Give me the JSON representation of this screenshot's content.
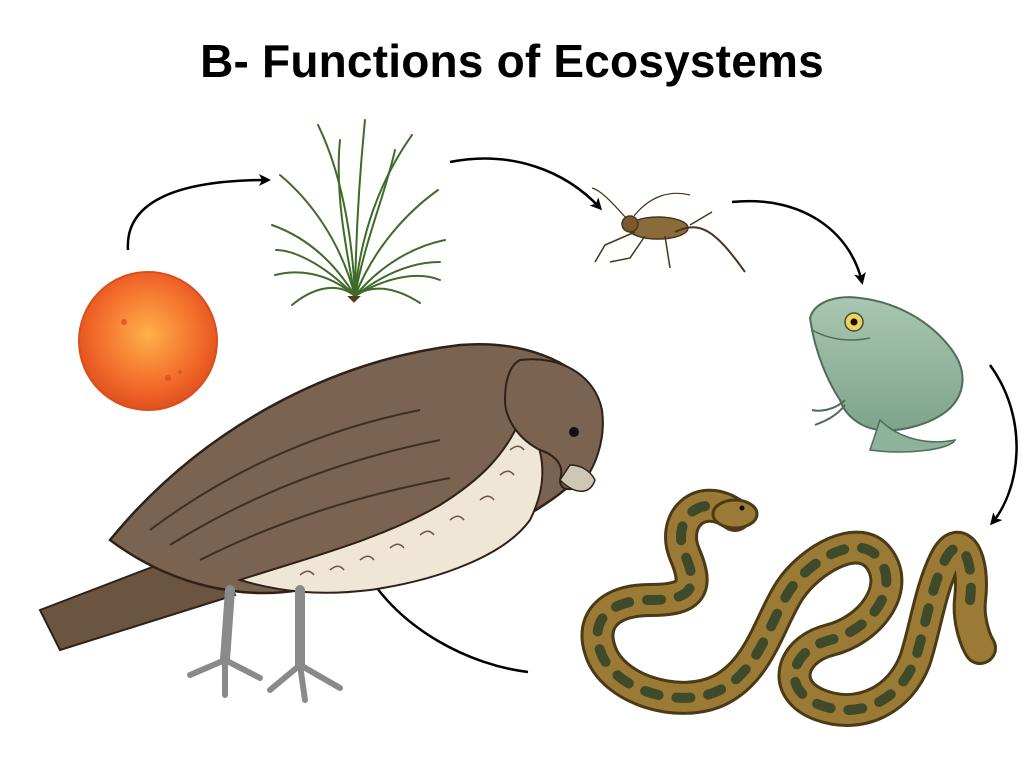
{
  "slide": {
    "title": "B- Functions of Ecosystems"
  },
  "food_chain": {
    "nodes": [
      {
        "id": "sun",
        "icon": "sun-icon"
      },
      {
        "id": "grass",
        "icon": "grass-icon"
      },
      {
        "id": "cricket",
        "icon": "cricket-icon"
      },
      {
        "id": "frog",
        "icon": "frog-icon"
      },
      {
        "id": "snake",
        "icon": "snake-icon"
      },
      {
        "id": "hawk",
        "icon": "hawk-icon"
      }
    ],
    "arrows": [
      {
        "from": "sun",
        "to": "grass"
      },
      {
        "from": "grass",
        "to": "cricket"
      },
      {
        "from": "cricket",
        "to": "frog"
      },
      {
        "from": "frog",
        "to": "snake"
      },
      {
        "from": "snake",
        "to": "hawk"
      }
    ]
  },
  "colors": {
    "sun": "#f26a2a",
    "grass": "#3f6b2a",
    "frog": "#8fb29a",
    "snake": "#8a6a2a",
    "hawk": "#7a6350",
    "arrow": "#000000"
  }
}
